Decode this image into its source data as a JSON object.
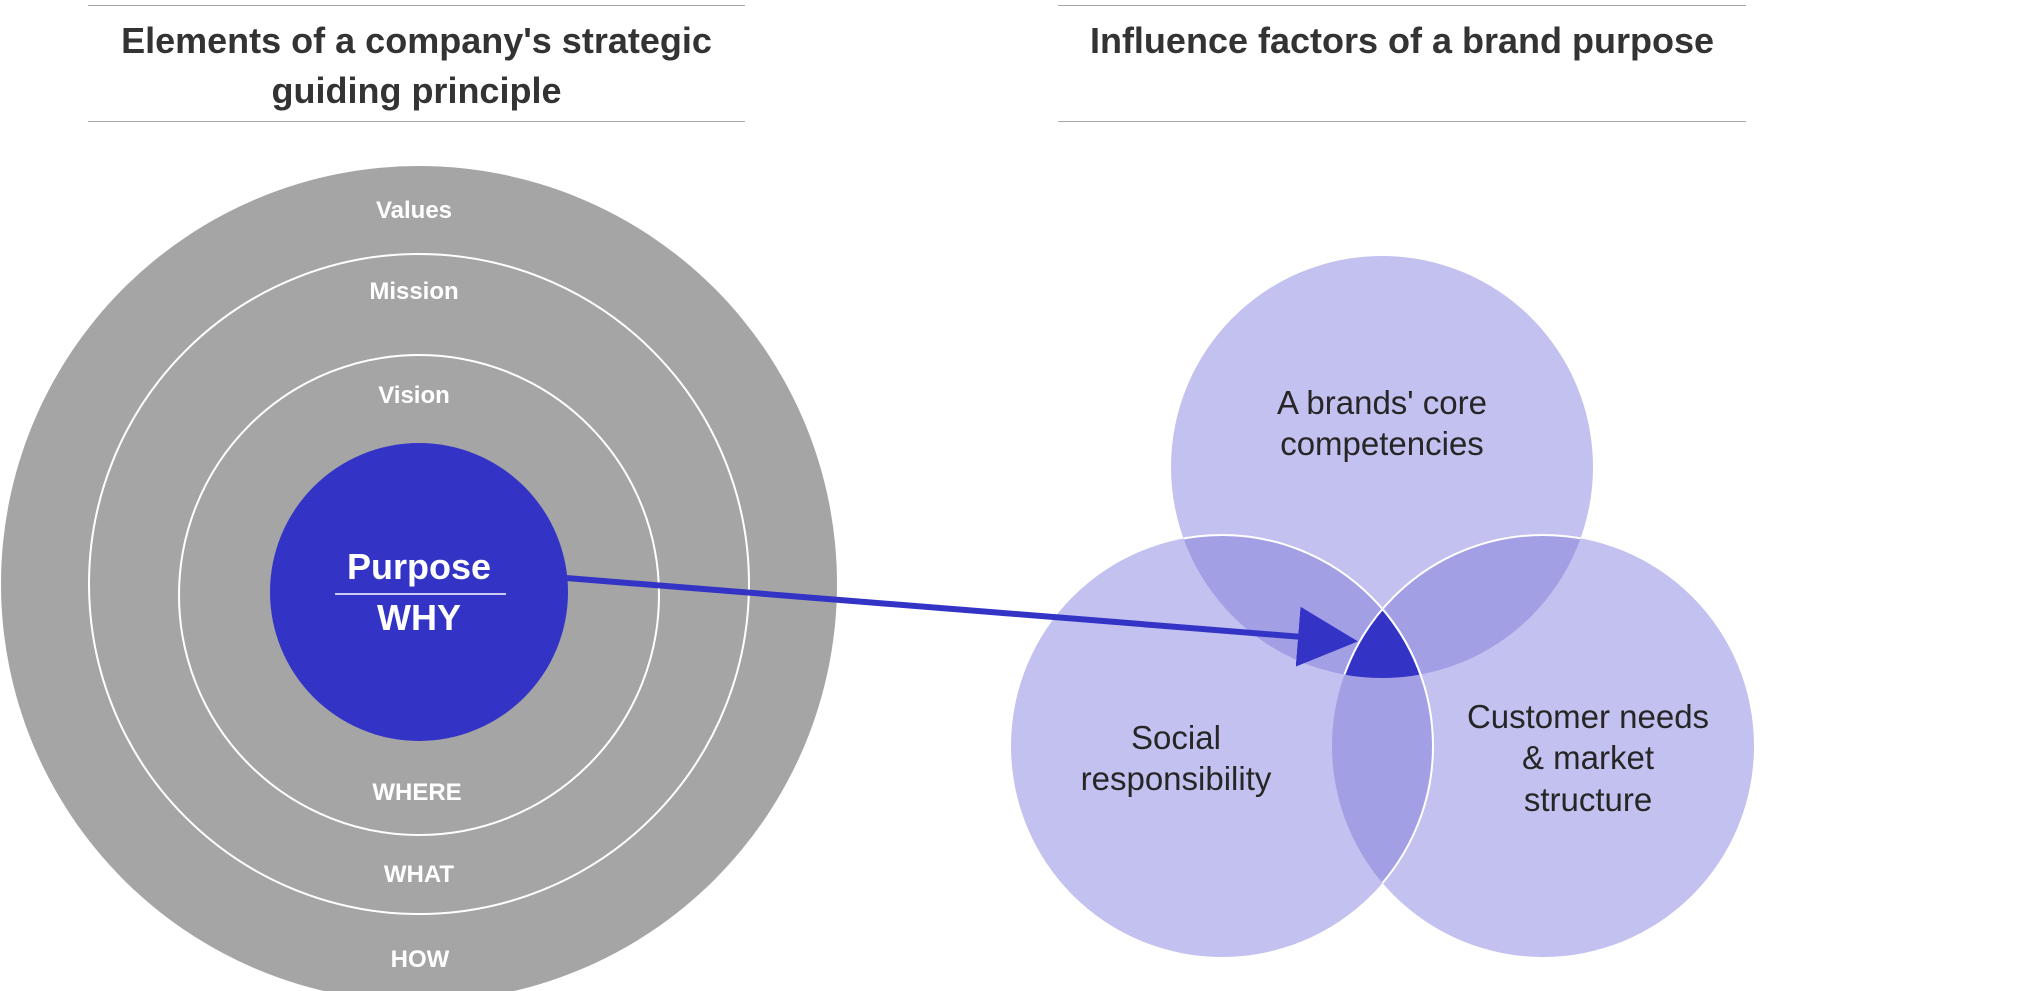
{
  "left_panel": {
    "title_line1": "Elements of a company's strategic",
    "title_line2": "guiding principle",
    "rings": {
      "values": "Values",
      "mission": "Mission",
      "vision": "Vision",
      "where": "WHERE",
      "what": "WHAT",
      "how": "HOW"
    },
    "core": {
      "top": "Purpose",
      "bottom": "WHY"
    }
  },
  "right_panel": {
    "title": "Influence factors of a brand purpose",
    "circles": {
      "top_line1": "A brands' core",
      "top_line2": "competencies",
      "left_line1": "Social",
      "left_line2": "responsibility",
      "right_line1": "Customer needs",
      "right_line2": "& market",
      "right_line3": "structure"
    }
  },
  "colors": {
    "outer_ring": "#a5a5a5",
    "core": "#3333c6",
    "venn_fill": "#c2c1ef",
    "venn_overlap": "#a29fe5",
    "venn_center": "#3333c6",
    "arrow": "#3333c6",
    "title_text": "#333333",
    "rule_line": "#a6a6a6"
  }
}
